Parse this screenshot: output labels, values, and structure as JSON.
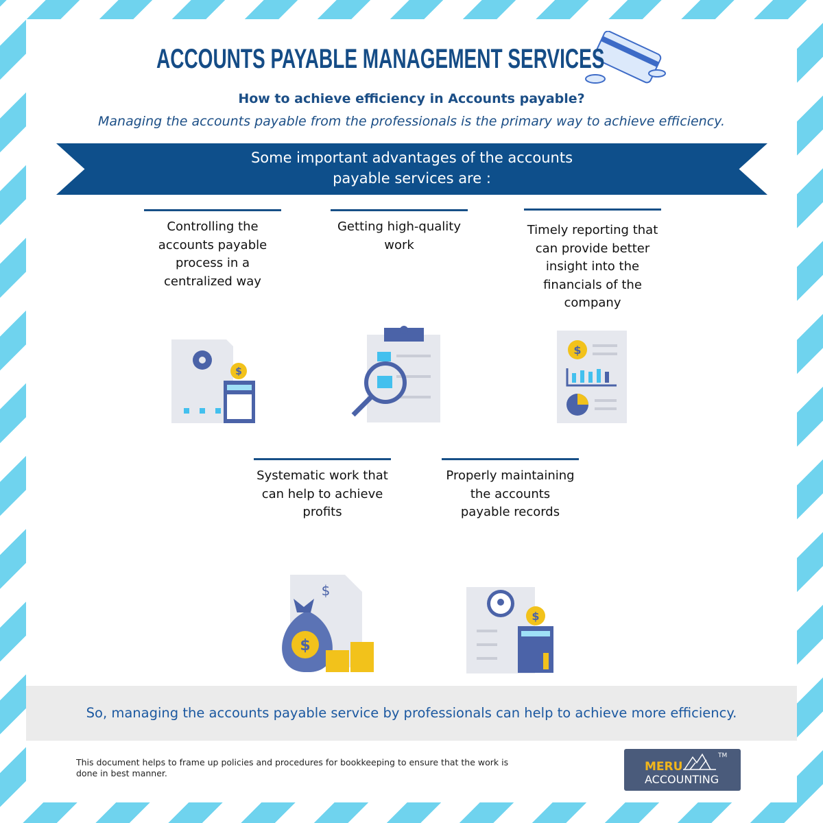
{
  "header": {
    "title": "ACCOUNTS PAYABLE MANAGEMENT SERVICES",
    "question": "How to achieve efficiency in Accounts payable?",
    "tagline": "Managing the accounts payable from the professionals is the primary way to achieve efficiency."
  },
  "banner": {
    "line1": "Some important advantages of the accounts",
    "line2": "payable services are :"
  },
  "advantages": [
    {
      "text": "Controlling the accounts payable process in a centralized way",
      "icon": "process-calculator-icon"
    },
    {
      "text": "Getting high-quality work",
      "icon": "clipboard-magnifier-icon"
    },
    {
      "text": "Timely reporting that can provide better insight into the financials of the company",
      "icon": "financial-report-icon"
    },
    {
      "text": "Systematic work that can help to achieve profits",
      "icon": "money-bag-icon"
    },
    {
      "text": "Properly maintaining the accounts payable records",
      "icon": "records-calculator-icon"
    }
  ],
  "footer": {
    "conclusion": "So, managing the accounts payable service by professionals can help to achieve more efficiency.",
    "note": "This document helps to frame up policies and procedures for bookkeeping to ensure that the work is done in best manner."
  },
  "logo": {
    "line1": "MERU",
    "line2": "ACCOUNTING",
    "tm": "TM"
  },
  "colors": {
    "primary": "#0e4f8b",
    "stripe": "#6fd3ee",
    "accent": "#f2c21b",
    "icon": "#5b73b5"
  }
}
